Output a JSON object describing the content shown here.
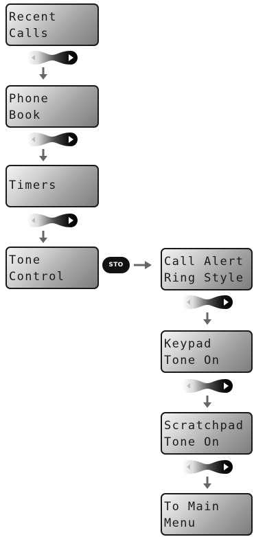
{
  "menu": {
    "main": [
      {
        "line1": "Recent",
        "line2": "Calls"
      },
      {
        "line1": "Phone",
        "line2": "Book"
      },
      {
        "line1": "Timers",
        "line2": ""
      },
      {
        "line1": "Tone",
        "line2": "Control"
      }
    ],
    "tone_control": [
      {
        "line1": "Call Alert",
        "line2": "Ring Style"
      },
      {
        "line1": "Keypad",
        "line2": "Tone On"
      },
      {
        "line1": "Scratchpad",
        "line2": "Tone On"
      },
      {
        "line1": "To Main",
        "line2": "Menu"
      }
    ]
  },
  "keys": {
    "store_label": "STO",
    "nav_key_icon": "scroll-right-key-icon",
    "down_arrow_icon": "arrow-down-icon",
    "right_arrow_icon": "arrow-right-icon"
  },
  "colors": {
    "lcd_light": "#f3f3f3",
    "lcd_dark": "#7d7d7d",
    "key_dark": "#111111",
    "arrow": "#666666"
  }
}
